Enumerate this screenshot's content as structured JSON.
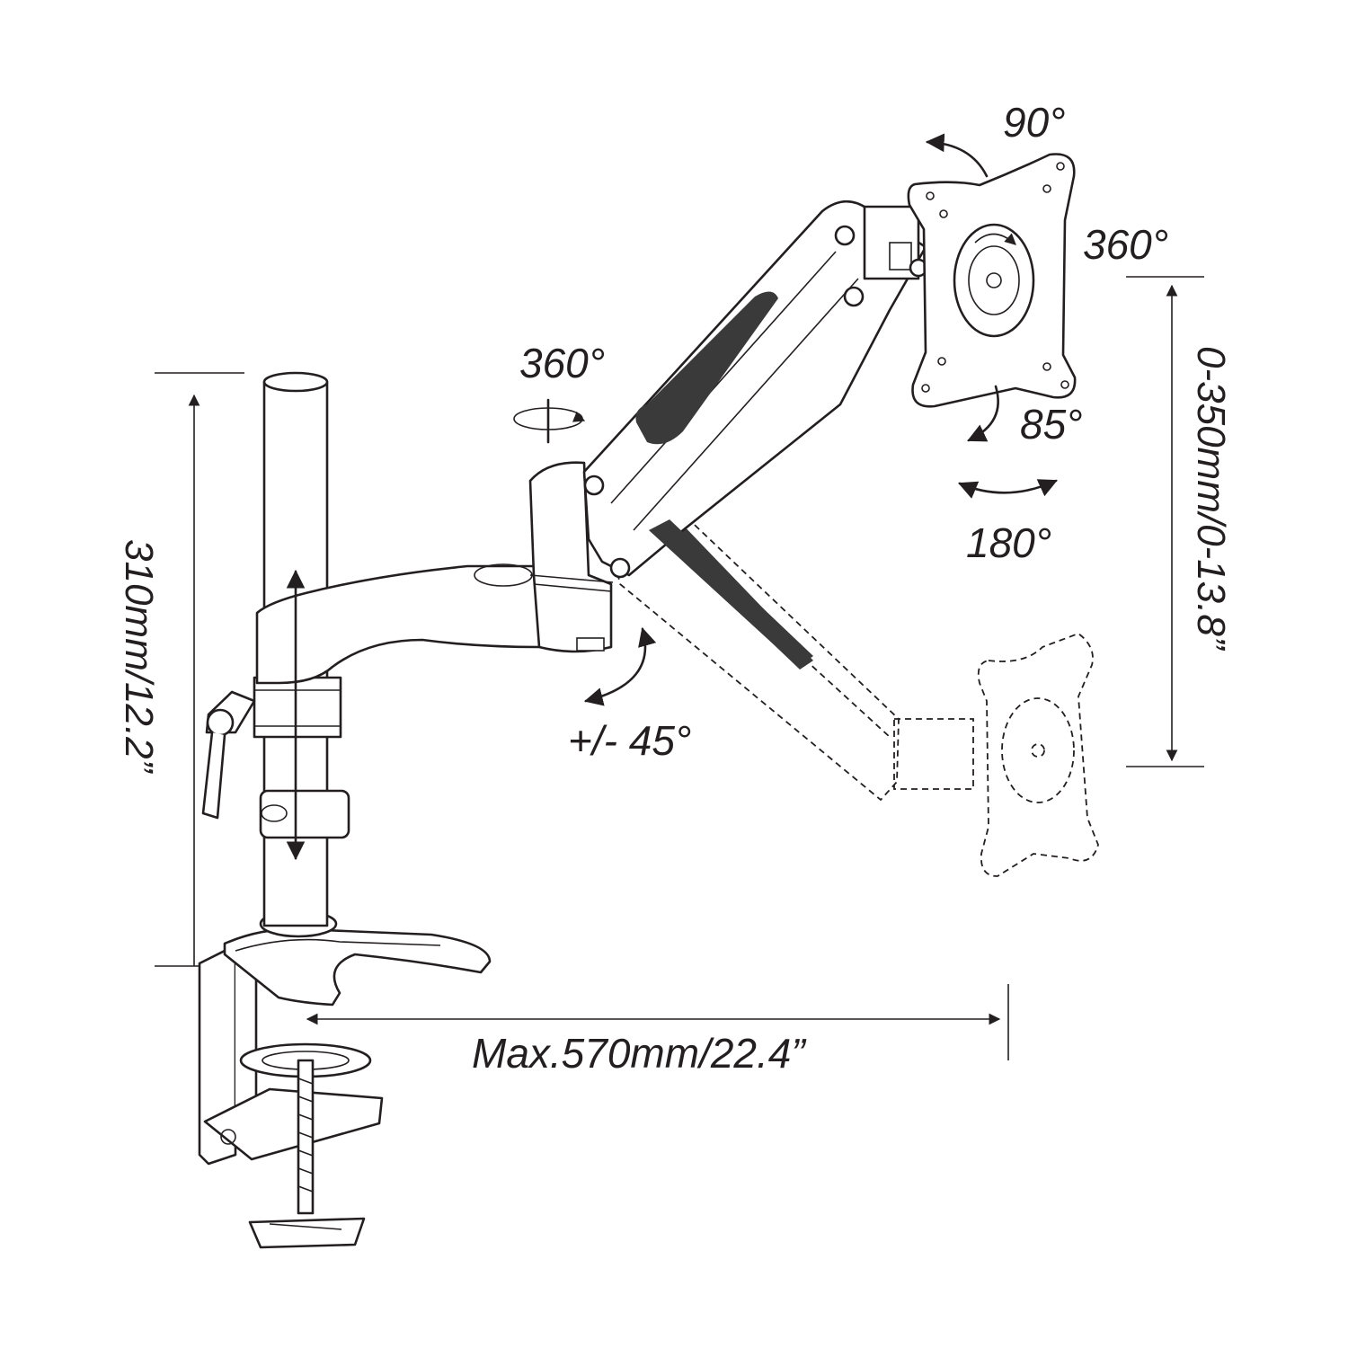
{
  "labels": {
    "tilt_top": "90°",
    "rotate_plate": "360°",
    "swivel_arm": "360°",
    "tilt_85": "85°",
    "swivel_180": "180°",
    "tilt_45": "+/- 45°",
    "pole_height": "310mm/12.2”",
    "height_adjust": "0-350mm/0-13.8”",
    "max_reach": "Max.570mm/22.4”"
  },
  "colors": {
    "line": "#231f20",
    "mesh": "#3a3a3a",
    "background": "#ffffff"
  }
}
